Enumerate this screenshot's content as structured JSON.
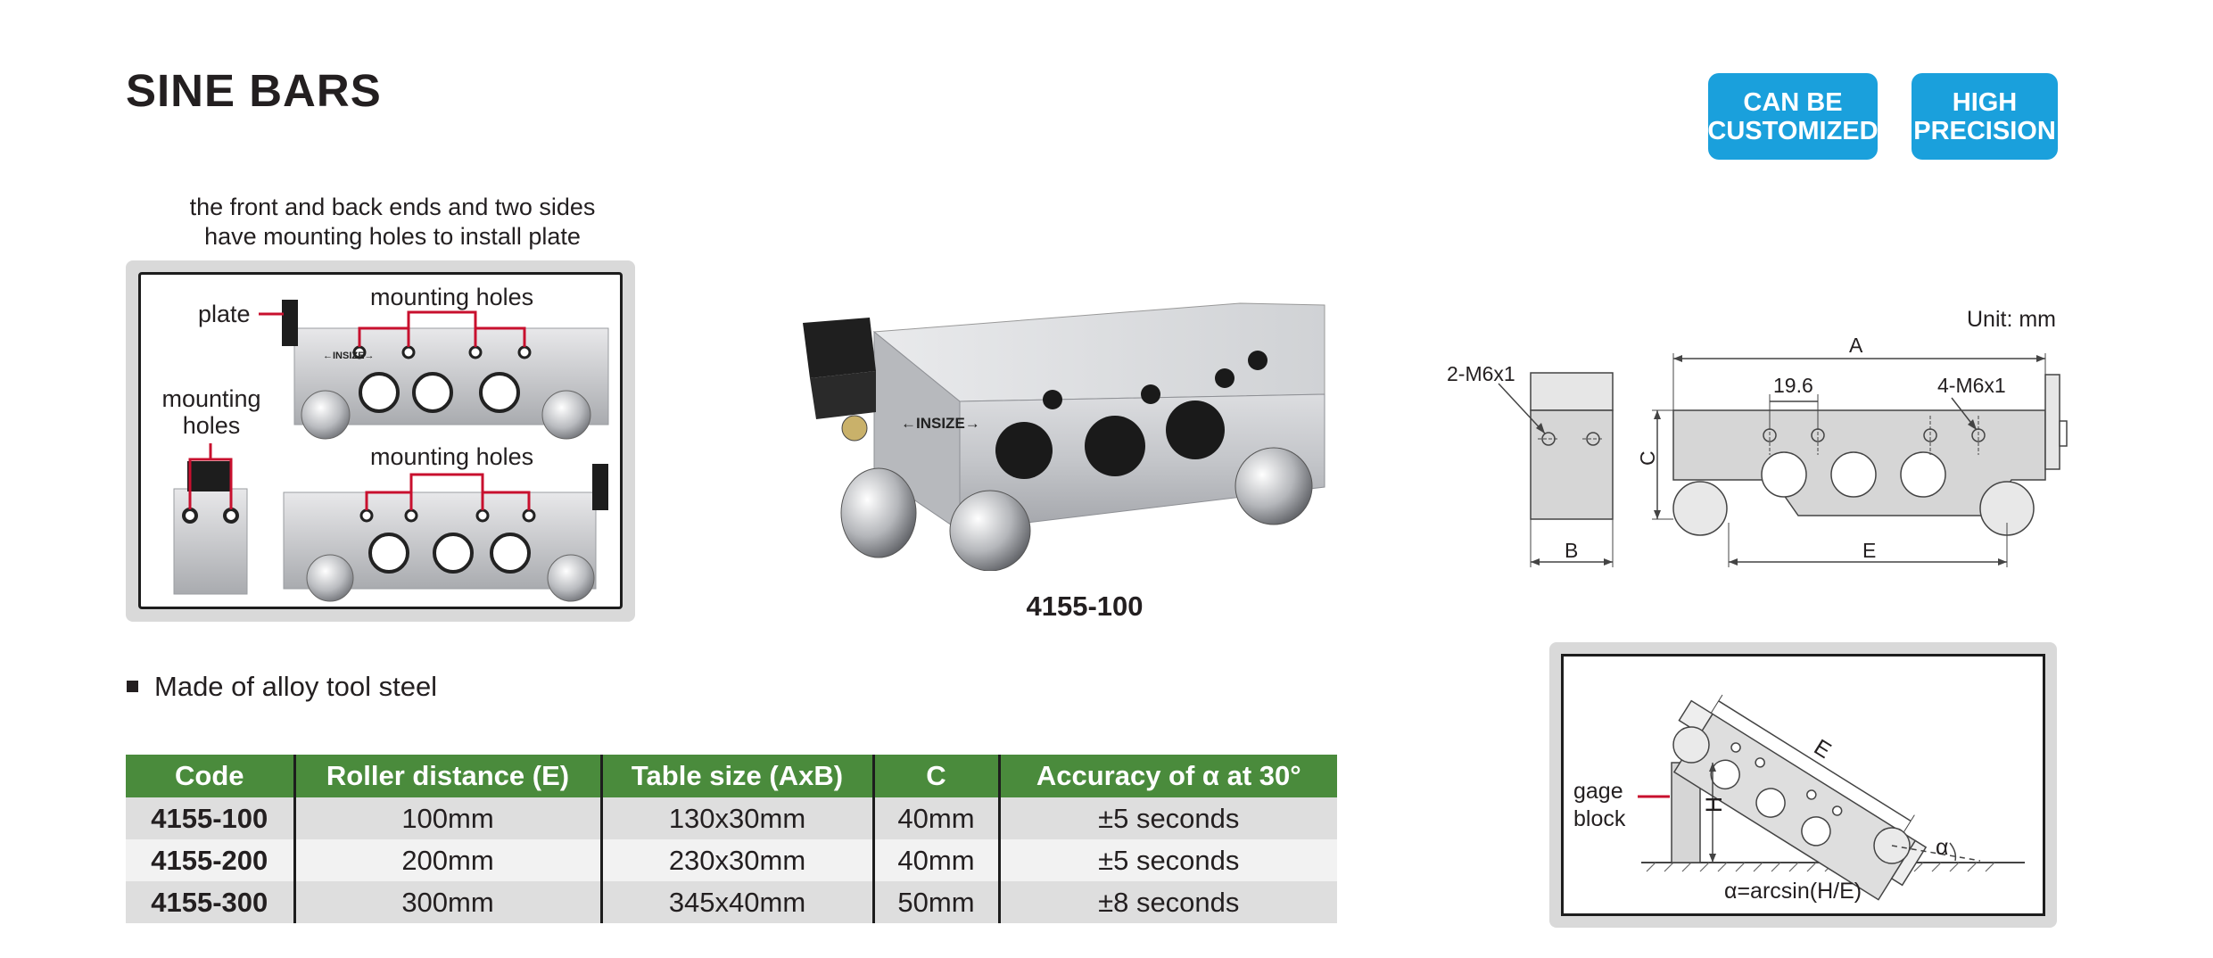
{
  "header": {
    "title": "SINE BARS",
    "badges": [
      "CAN BE CUSTOMIZED",
      "HIGH PRECISION"
    ],
    "badge_lines": [
      [
        "CAN BE",
        "CUSTOMIZED"
      ],
      [
        "HIGH",
        "PRECISION"
      ]
    ],
    "badge_color": "#1aa0dc"
  },
  "mounting_diagram": {
    "caption_line1": "the front and back ends and two sides",
    "caption_line2": "have mounting holes to install plate",
    "label_plate": "plate",
    "label_mounting_holes": "mounting holes",
    "label_mounting_holes_side_1": "mounting",
    "label_mounting_holes_side_2": "holes",
    "brand": "INSIZE",
    "callout_color": "#c8102e"
  },
  "product": {
    "model": "4155-100",
    "brand": "INSIZE"
  },
  "feature": "Made of alloy tool steel",
  "spec_table": {
    "header_color": "#4a8b3c",
    "columns": [
      "Code",
      "Roller distance (E)",
      "Table size (AxB)",
      "C",
      "Accuracy of α at 30°"
    ],
    "rows": [
      [
        "4155-100",
        "100mm",
        "130x30mm",
        "40mm",
        "±5 seconds"
      ],
      [
        "4155-200",
        "200mm",
        "230x30mm",
        "40mm",
        "±5 seconds"
      ],
      [
        "4155-300",
        "300mm",
        "345x40mm",
        "50mm",
        "±8 seconds"
      ]
    ]
  },
  "dimension_drawing": {
    "unit": "Unit: mm",
    "label_2m6": "2-M6x1",
    "label_4m6": "4-M6x1",
    "label_a": "A",
    "label_b": "B",
    "label_c": "C",
    "label_e": "E",
    "spacing": "19.6"
  },
  "angle_diagram": {
    "label_e": "E",
    "label_h": "H",
    "label_gage_1": "gage",
    "label_gage_2": "block",
    "label_alpha": "α",
    "formula": "α=arcsin(H/E)"
  }
}
